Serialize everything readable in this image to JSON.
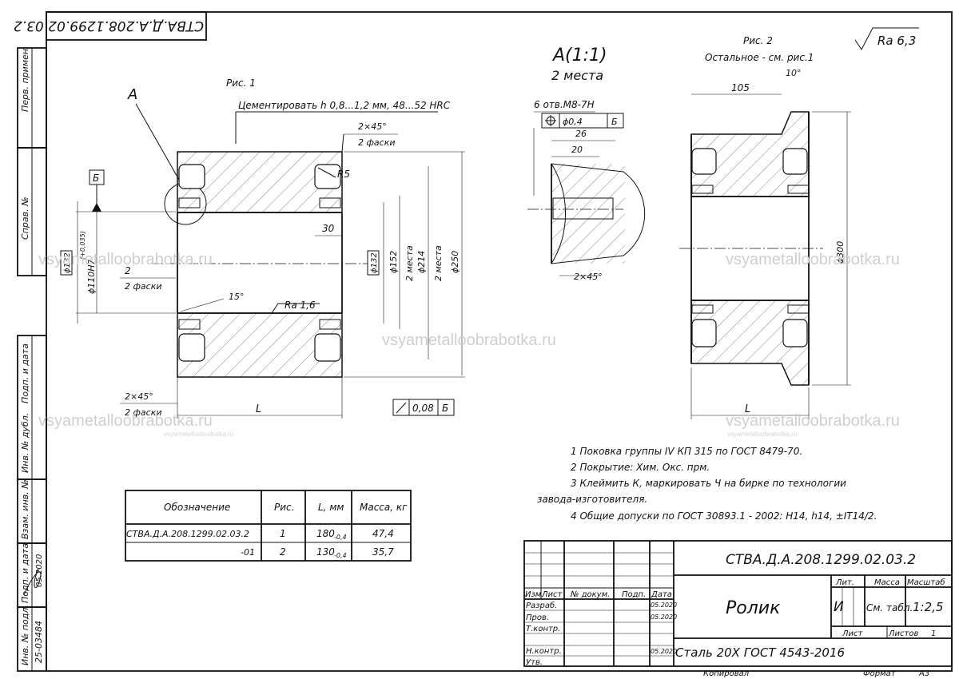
{
  "stamp_top": "СТВА.Д.А.208.1299.02.03.2",
  "roughness_general": "Ra 6,3",
  "fig1": {
    "title": "Рис. 1",
    "leader_a": "A",
    "cementation": "Цементировать h 0,8...1,2 мм, 48...52 HRC",
    "chamfer_top": "2×45°",
    "chamfer_top_count": "2 фаски",
    "radius": "R5",
    "datum": "Б",
    "dim_30": "30",
    "dim_2": "2",
    "dim_2_count": "2 фаски",
    "dim_bore": "ϕ110H7",
    "dim_bore_tol": "(+0,035)",
    "dim_132_left": "ϕ132",
    "dim_132": "ϕ132",
    "dim_152": "ϕ152",
    "dim_214": "ϕ214",
    "dim_214_count": "2 места",
    "dim_250": "ϕ250",
    "dim_250_count": "2 места",
    "angle_15": "15°",
    "ra_bore": "Ra 1,6",
    "chamfer_bottom": "2×45°",
    "chamfer_bottom_count": "2 фаски",
    "dim_L": "L",
    "runout_value": "0,08",
    "runout_datum": "Б"
  },
  "detail_a": {
    "title": "A(1:1)",
    "subtitle": "2 места",
    "holes": "6 отв.M8-7H",
    "position_tol": "ϕ0,4",
    "position_datum": "Б",
    "dim_26": "26",
    "dim_20": "20",
    "chamfer": "2×45°"
  },
  "fig2": {
    "title": "Рис. 2",
    "note": "Остальное - см. рис.1",
    "dim_105": "105",
    "angle_10": "10°",
    "dim_300": "ϕ300",
    "dim_L": "L"
  },
  "watermark": {
    "text": "vsyametalloobrabotka.ru",
    "small": "vsyametalloobrabotka.ru"
  },
  "notes": [
    "1  Поковка группы IV КП 315 по ГОСТ 8479-70.",
    "2  Покрытие: Хим. Окс. прм.",
    "3  Клеймить    К,    маркировать    Ч    на    бирке    по    технологии",
    "завода-изготовителя.",
    "4  Общие допуски по ГОСТ 30893.1 - 2002: H14, h14, ±IT14/2."
  ],
  "table": {
    "headers": [
      "Обозначение",
      "Рис.",
      "L, мм",
      "Масса, кг"
    ],
    "rows": [
      {
        "designation": "СТВА.Д.А.208.1299.02.03.2",
        "fig": "1",
        "L": "180",
        "L_tol": "-0,4",
        "mass": "47,4"
      },
      {
        "designation": "-01",
        "fig": "2",
        "L": "130",
        "L_tol": "-0,4",
        "mass": "35,7"
      }
    ]
  },
  "title_block": {
    "code": "СТВА.Д.А.208.1299.02.03.2",
    "name": "Ролик",
    "material": "Сталь 20Х ГОСТ 4543-2016",
    "lit_header": "Лит.",
    "mass_header": "Масса",
    "scale_header": "Масштаб",
    "lit_value": "И",
    "mass_value": "См. табл.",
    "scale_value": "1:2,5",
    "sheet_label": "Лист",
    "sheets_label": "Листов",
    "sheets_value": "1",
    "col_izm": "Изм.",
    "col_list": "Лист",
    "col_doc": "№ докум.",
    "col_sign": "Подп.",
    "col_date": "Дата",
    "row_razrab": "Разраб.",
    "row_prov": "Пров.",
    "row_tkontr": "Т.контр.",
    "row_nkontr": "Н.контр.",
    "row_utv": "Утв.",
    "date_razrab": "05.2020",
    "date_prov": "05.2020",
    "date_nkontr": "05.2020",
    "copied": "Копировал",
    "format_label": "Формат",
    "format_value": "А3"
  },
  "side_strip": {
    "perv_primen": "Перв. примен.",
    "sprav_no": "Справ. №",
    "podp_data_top": "Подп. и дата",
    "inv_dubl": "Инв. № дубл.",
    "vzam_inv": "Взам. инв. №",
    "podp_data_bottom": "Подп. и дата",
    "podp_date_value": "05.2020",
    "inv_podl": "Инв. № подл.",
    "inv_podl_value": "25-03484"
  }
}
